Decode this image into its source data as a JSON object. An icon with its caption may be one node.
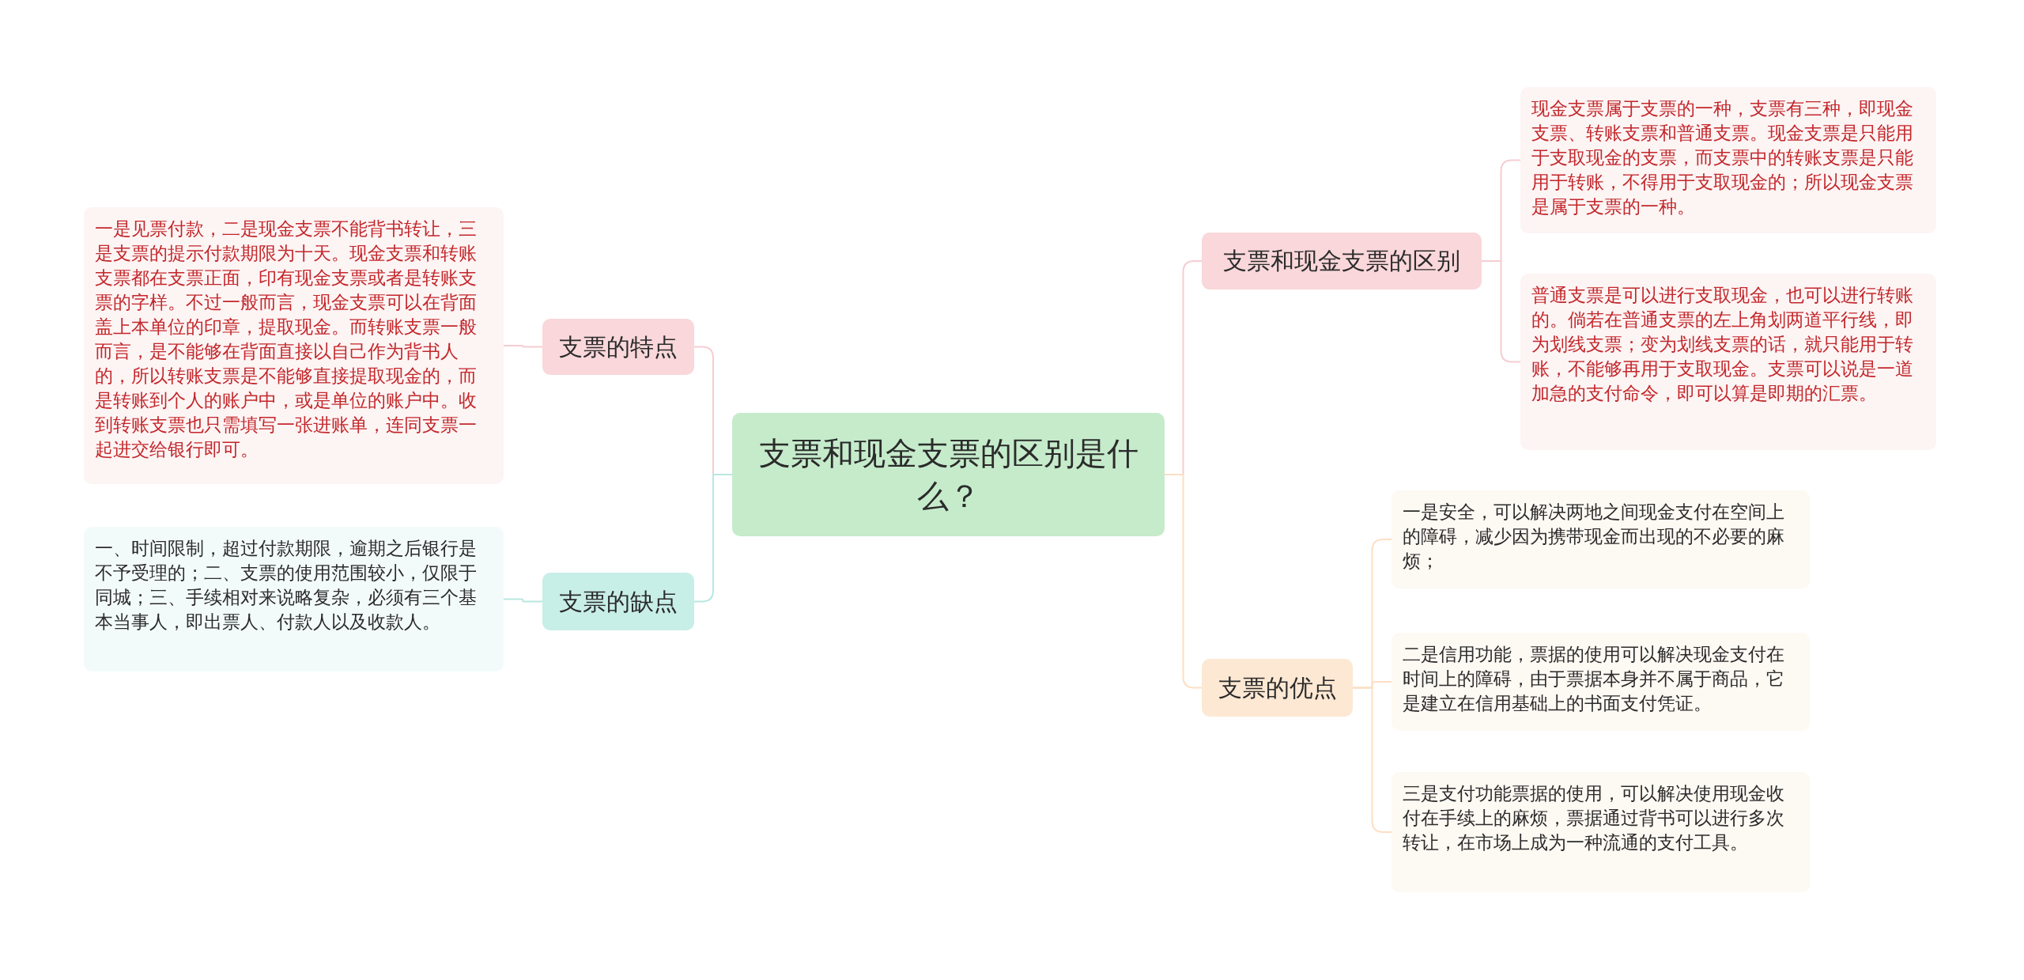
{
  "diagram": {
    "nodes": [
      {
        "text": [
          "支票和现金支票的区别是什么？"
        ]
      },
      {
        "text": [
          "支票的特点"
        ]
      },
      {
        "text": [
          "一是见票付款，二是现金支票不能背书转让，三是支票的提示付款期限为十天。现金支票和转账支票都在支票正面，印有现金支票或者是转账支票的字样。不过一般而言，现金支票可以在背面盖上本单位的印章，提取现金。而转账支票一般而言，是不能够在背面直接以自己作为背书人的，所以转账支票是不能够直接提取现金的，而是转账到个人的账户中，或是单位的账户中。收到转账支票也只需填写一张进账单，连同支票一起进交给银行即可。"
        ]
      },
      {
        "text": [
          "支票的缺点"
        ]
      },
      {
        "text": [
          "一、时间限制，超过付款期限，逾期之后银行是不予受理的；二、支票的使用范围较小，仅限于同城；三、手续相对来说略复杂，必须有三个基本当事人，即出票人、付款人以及收款人。"
        ]
      },
      {
        "text": [
          "支票和现金支票的区别"
        ]
      },
      {
        "text": [
          "现金支票属于支票的一种，支票有三种，即现金支票、转账支票和普通支票。现金支票是只能用于支取现金的支票，而支票中的转账支票是只能用于转账，不得用于支取现金的；所以现金支票是属于支票的一种。"
        ]
      },
      {
        "text": [
          "普通支票是可以进行支取现金，也可以进行转账的。倘若在普通支票的左上角划两道平行线，即为划线支票；变为划线支票的话，就只能用于转账，不能够再用于支取现金。支票可以说是一道加急的支付命令，即可以算是即期的汇票。"
        ]
      },
      {
        "text": [
          "支票的优点"
        ]
      },
      {
        "text": [
          "一是安全，可以解决两地之间现金支付在空间上的障碍，减少因为携带现金而出现的不必要的麻烦；"
        ]
      },
      {
        "text": [
          "二是信用功能，票据的使用可以解决现金支付在时间上的障碍，由于票据本身并不属于商品，它是建立在信用基础上的书面支付凭证。"
        ]
      },
      {
        "text": [
          "三是支付功能票据的使用，可以解决使用现金收付在手续上的麻烦，票据通过背书可以进行多次转让，在市场上成为一种流通的支付工具。"
        ]
      }
    ],
    "edges": [
      {
        "from": 0,
        "to": 1,
        "arrow": "none"
      },
      {
        "from": 1,
        "to": 2,
        "arrow": "none"
      },
      {
        "from": 0,
        "to": 3,
        "arrow": "none",
        "color": "#b9e7e0"
      },
      {
        "from": 3,
        "to": 4,
        "arrow": "none",
        "color": "#b9e7e0"
      },
      {
        "from": 0,
        "to": 5,
        "arrow": "none"
      },
      {
        "from": 5,
        "to": 6,
        "arrow": "none"
      },
      {
        "from": 5,
        "to": 7,
        "arrow": "none"
      },
      {
        "from": 0,
        "to": 8,
        "arrow": "none",
        "color": "#fcdfc4"
      },
      {
        "from": 8,
        "to": 9,
        "arrow": "none",
        "color": "#fcdfc4"
      },
      {
        "from": 8,
        "to": 10,
        "arrow": "none",
        "color": "#fcdfc4"
      },
      {
        "from": 8,
        "to": 11,
        "arrow": "none",
        "color": "#fcdfc4"
      }
    ]
  }
}
